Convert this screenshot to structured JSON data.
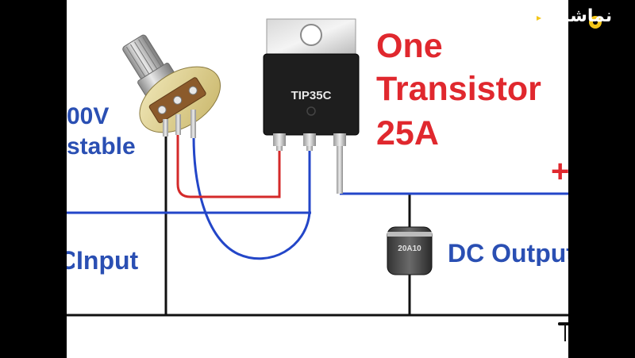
{
  "title": {
    "line1": "One",
    "line2": "Transistor",
    "line3": "25A"
  },
  "input_labels": {
    "voltage": "00V",
    "adjustable": "stable",
    "input": "Input"
  },
  "transistor": {
    "part_number": "TIP35C"
  },
  "diode": {
    "part_number": "20A10"
  },
  "output_label": "DC Output",
  "polarity": {
    "plus": "+",
    "minus": "-"
  },
  "watermark": {
    "brand": "نماشا"
  },
  "colors": {
    "wire_blue": "#2346c8",
    "wire_red": "#d42a2a",
    "title_red": "#e0282e",
    "label_blue": "#2a4fb3",
    "background": "#ffffff",
    "letterbox": "#000000",
    "brand_yellow": "#f3c619"
  }
}
